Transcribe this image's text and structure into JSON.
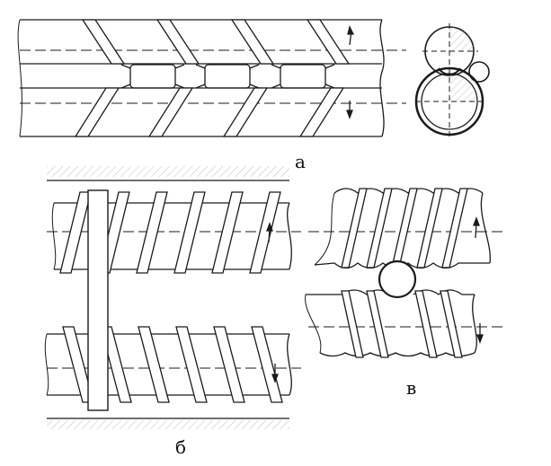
{
  "labels": {
    "a": "а",
    "b": "б",
    "v": "в"
  },
  "colors": {
    "line": "#1a1a1a",
    "hatch": "#bdbdbd",
    "background": "#ffffff"
  }
}
